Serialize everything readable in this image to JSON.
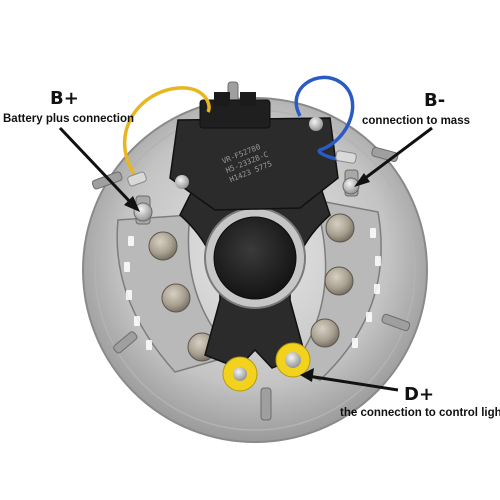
{
  "labels": {
    "b_plus": {
      "title": "B+",
      "caption": "Battery plus connection"
    },
    "b_minus": {
      "title": "B-",
      "caption": "connection to mass"
    },
    "d_plus": {
      "title": "D+",
      "caption": "the connection to control light"
    }
  },
  "regulator_marking": [
    "VR-F52780",
    "H5-23328-C",
    "H1423 5775"
  ],
  "colors": {
    "housing": "#c9c9c9",
    "regulator": "#2b2b2b",
    "wire_yellow": "#e8b61e",
    "wire_blue": "#2a5bc4",
    "insulator_yellow": "#f2d21c",
    "arrow": "#111111"
  }
}
